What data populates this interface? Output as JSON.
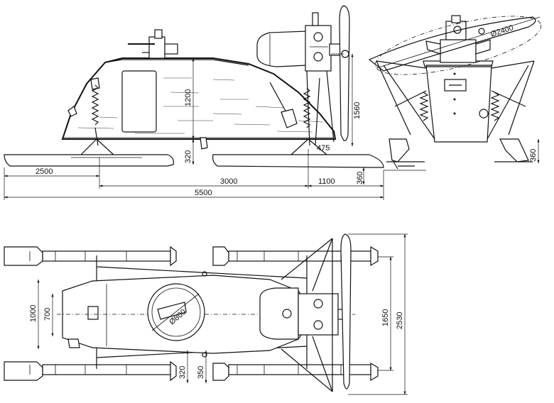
{
  "dimensions": {
    "side_length_front_ski": "2500",
    "side_ski_spacing": "3000",
    "side_rear_offset": "1100",
    "side_total_length": "5500",
    "side_hull_height": "1200",
    "side_clearance": "320",
    "side_prop_height": "1560",
    "side_prop_offset": "475",
    "side_ski_height": "360",
    "front_prop_diameter": "Ø2400",
    "front_ski_height": "360",
    "top_hull_width": "1000",
    "top_inner_width": "700",
    "top_hatch_diameter": "Ø800",
    "top_gap_a": "320",
    "top_gap_b": "350",
    "top_track_width": "1650",
    "top_total_width": "2530"
  }
}
